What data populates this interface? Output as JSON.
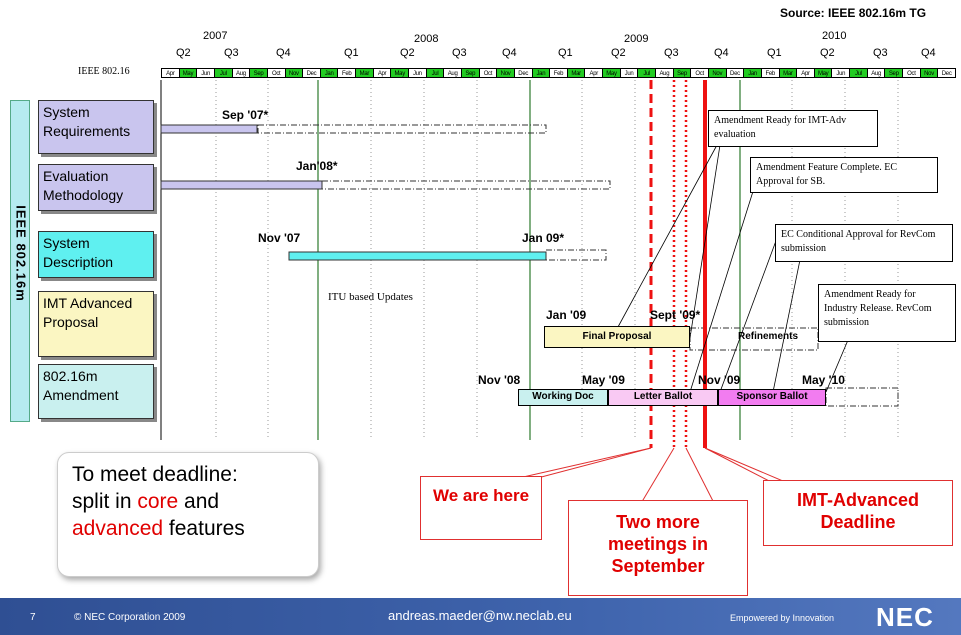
{
  "source": "Source: IEEE 802.16m TG",
  "timeline": {
    "years": [
      "2007",
      "2008",
      "2009",
      "2010"
    ],
    "quarters": [
      "Q2",
      "Q3",
      "Q4",
      "Q1",
      "Q2",
      "Q3",
      "Q4",
      "Q1",
      "Q2",
      "Q3",
      "Q4",
      "Q1",
      "Q2",
      "Q3",
      "Q4"
    ],
    "std_label": "IEEE 802.16",
    "months": [
      "Apr",
      "May",
      "Jun",
      "Jul",
      "Aug",
      "Sep",
      "Oct",
      "Nov",
      "Dec",
      "Jan",
      "Feb",
      "Mar",
      "Apr",
      "May",
      "Jun",
      "Jul",
      "Aug",
      "Sep",
      "Oct",
      "Nov",
      "Dec",
      "Jan",
      "Feb",
      "Mar",
      "Apr",
      "May",
      "Jun",
      "Jul",
      "Aug",
      "Sep",
      "Oct",
      "Nov",
      "Dec",
      "Jan",
      "Feb",
      "Mar",
      "Apr",
      "May",
      "Jun",
      "Jul",
      "Aug",
      "Sep",
      "Oct",
      "Nov",
      "Dec"
    ],
    "month_colors": [
      "w",
      "g",
      "w",
      "g",
      "w",
      "g",
      "w",
      "g",
      "w",
      "g",
      "w",
      "g",
      "w",
      "g",
      "w",
      "g",
      "w",
      "g",
      "w",
      "g",
      "w",
      "g",
      "w",
      "g",
      "w",
      "g",
      "w",
      "g",
      "w",
      "g",
      "w",
      "g",
      "w",
      "g",
      "w",
      "g",
      "w",
      "g",
      "w",
      "g",
      "w",
      "g",
      "w",
      "g",
      "w"
    ]
  },
  "vertical_title": "IEEE 802.16m",
  "rows": [
    {
      "label": "System Requirements",
      "color": "#c9c5ee"
    },
    {
      "label": "Evaluation Methodology",
      "color": "#c9c5ee"
    },
    {
      "label": "System Description",
      "color": "#5ff0f0"
    },
    {
      "label": "IMT Advanced Proposal",
      "color": "#fbf6c2"
    },
    {
      "label": "802.16m Amendment",
      "color": "#c9f0ef"
    }
  ],
  "milestones": {
    "sr": "Sep '07*",
    "em": "Jan'08*",
    "sd_start": "Nov '07",
    "sd_end": "Jan 09*",
    "itu": "ITU based Updates",
    "imt_start": "Jan '09",
    "imt_end": "Sept '09*",
    "am_nov08": "Nov '08",
    "am_may09": "May '09",
    "am_nov09": "Nov '09",
    "am_may10": "May '10"
  },
  "bars": {
    "final_proposal": "Final Proposal",
    "refinements": "Refinements",
    "working_doc": "Working Doc",
    "letter_ballot": "Letter Ballot",
    "sponsor_ballot": "Sponsor Ballot"
  },
  "notes": {
    "n1": "Amendment Ready for IMT-Adv evaluation",
    "n2": "Amendment Feature Complete. EC Approval  for SB.",
    "n3": "EC Conditional Approval for RevCom submission",
    "n4": "Amendment Ready for Industry Release. RevCom submission"
  },
  "callouts": {
    "here": "We are here",
    "meetings": "Two more meetings in September",
    "deadline": "IMT-Advanced Deadline"
  },
  "deadline_note": {
    "line1": "To meet deadline:",
    "line2a": "split in ",
    "core": "core",
    "line2b": " and",
    "advanced": "advanced",
    "line3b": " features"
  },
  "footer": {
    "page": "7",
    "copyright": "© NEC Corporation 2009",
    "email": "andreas.maeder@nw.neclab.eu",
    "tagline": "Empowered by Innovation",
    "logo": "NEC"
  }
}
